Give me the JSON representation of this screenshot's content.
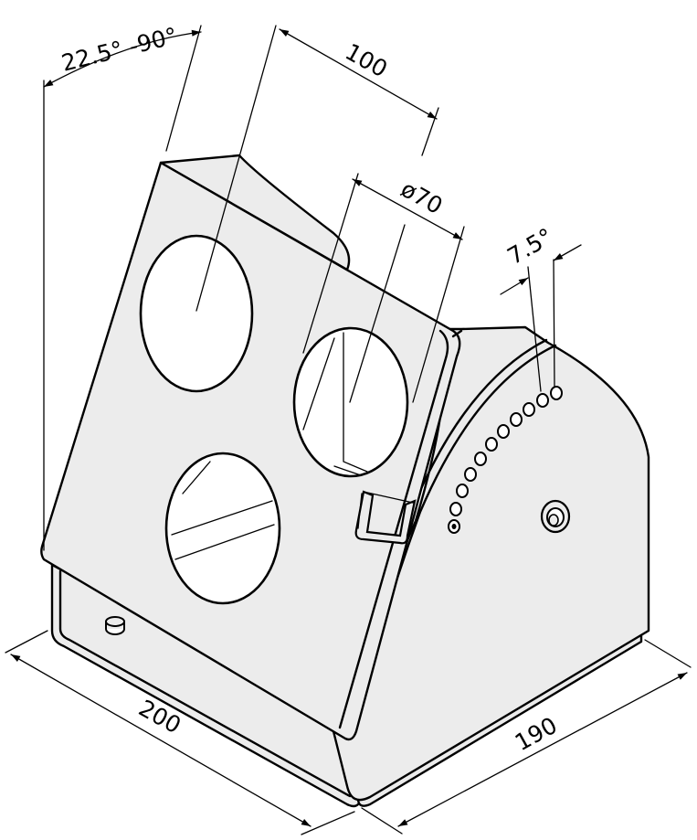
{
  "colors": {
    "panel_fill": "#ececec",
    "cutout_fill": "#ffffff",
    "line": "#000000"
  },
  "dimensions": {
    "angle_range": "22.5° -90°",
    "hole_spacing": "100",
    "hole_diameter": "ø70",
    "adjust_step": "7.5°",
    "width": "200",
    "depth": "190"
  }
}
